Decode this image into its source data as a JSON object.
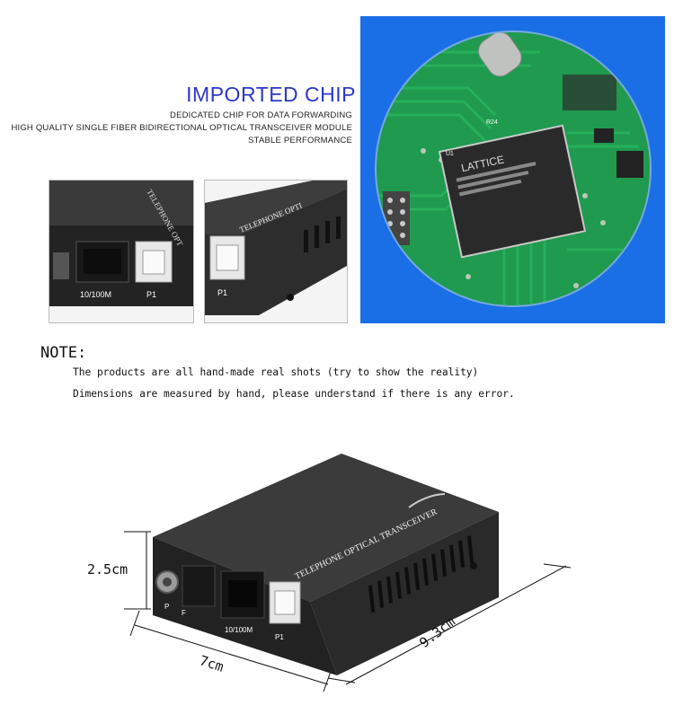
{
  "header": {
    "title": "IMPORTED CHIP",
    "lines": [
      "DEDICATED CHIP FOR DATA FORWARDING",
      "HIGH QUALITY SINGLE FIBER BIDIRECTIONAL OPTICAL TRANSCEIVER MODULE",
      "STABLE PERFORMANCE"
    ]
  },
  "chip_panel": {
    "chip_brand": "LATTICE",
    "labels": {
      "r24": "R24",
      "u1": "U1"
    }
  },
  "thumbs": {
    "left": {
      "label_port": "10/100M",
      "label_p1": "P1",
      "housing_text": "TELEPHONE OPT"
    },
    "right": {
      "label_p1": "P1",
      "housing_text": "TELEPHONE OPTI"
    }
  },
  "note": {
    "heading": "NOTE:",
    "line1": "The products are all hand-made real shots (try to show the reality)",
    "line2": "Dimensions are measured by hand, please understand if there is any error."
  },
  "product": {
    "housing_text": "TELEPHONE OPTICAL TRANSCEIVER",
    "label_p": "P",
    "label_f": "F",
    "label_port": "10/100M",
    "label_p1": "P1",
    "dims": {
      "height": "2.5cm",
      "width": "7cm",
      "length": "9.3cm"
    }
  },
  "colors": {
    "title_blue": "#2c37c9",
    "panel_blue": "#1a6fe6",
    "pcb_green": "#1f9a4e",
    "housing": "#2d2d2d"
  }
}
